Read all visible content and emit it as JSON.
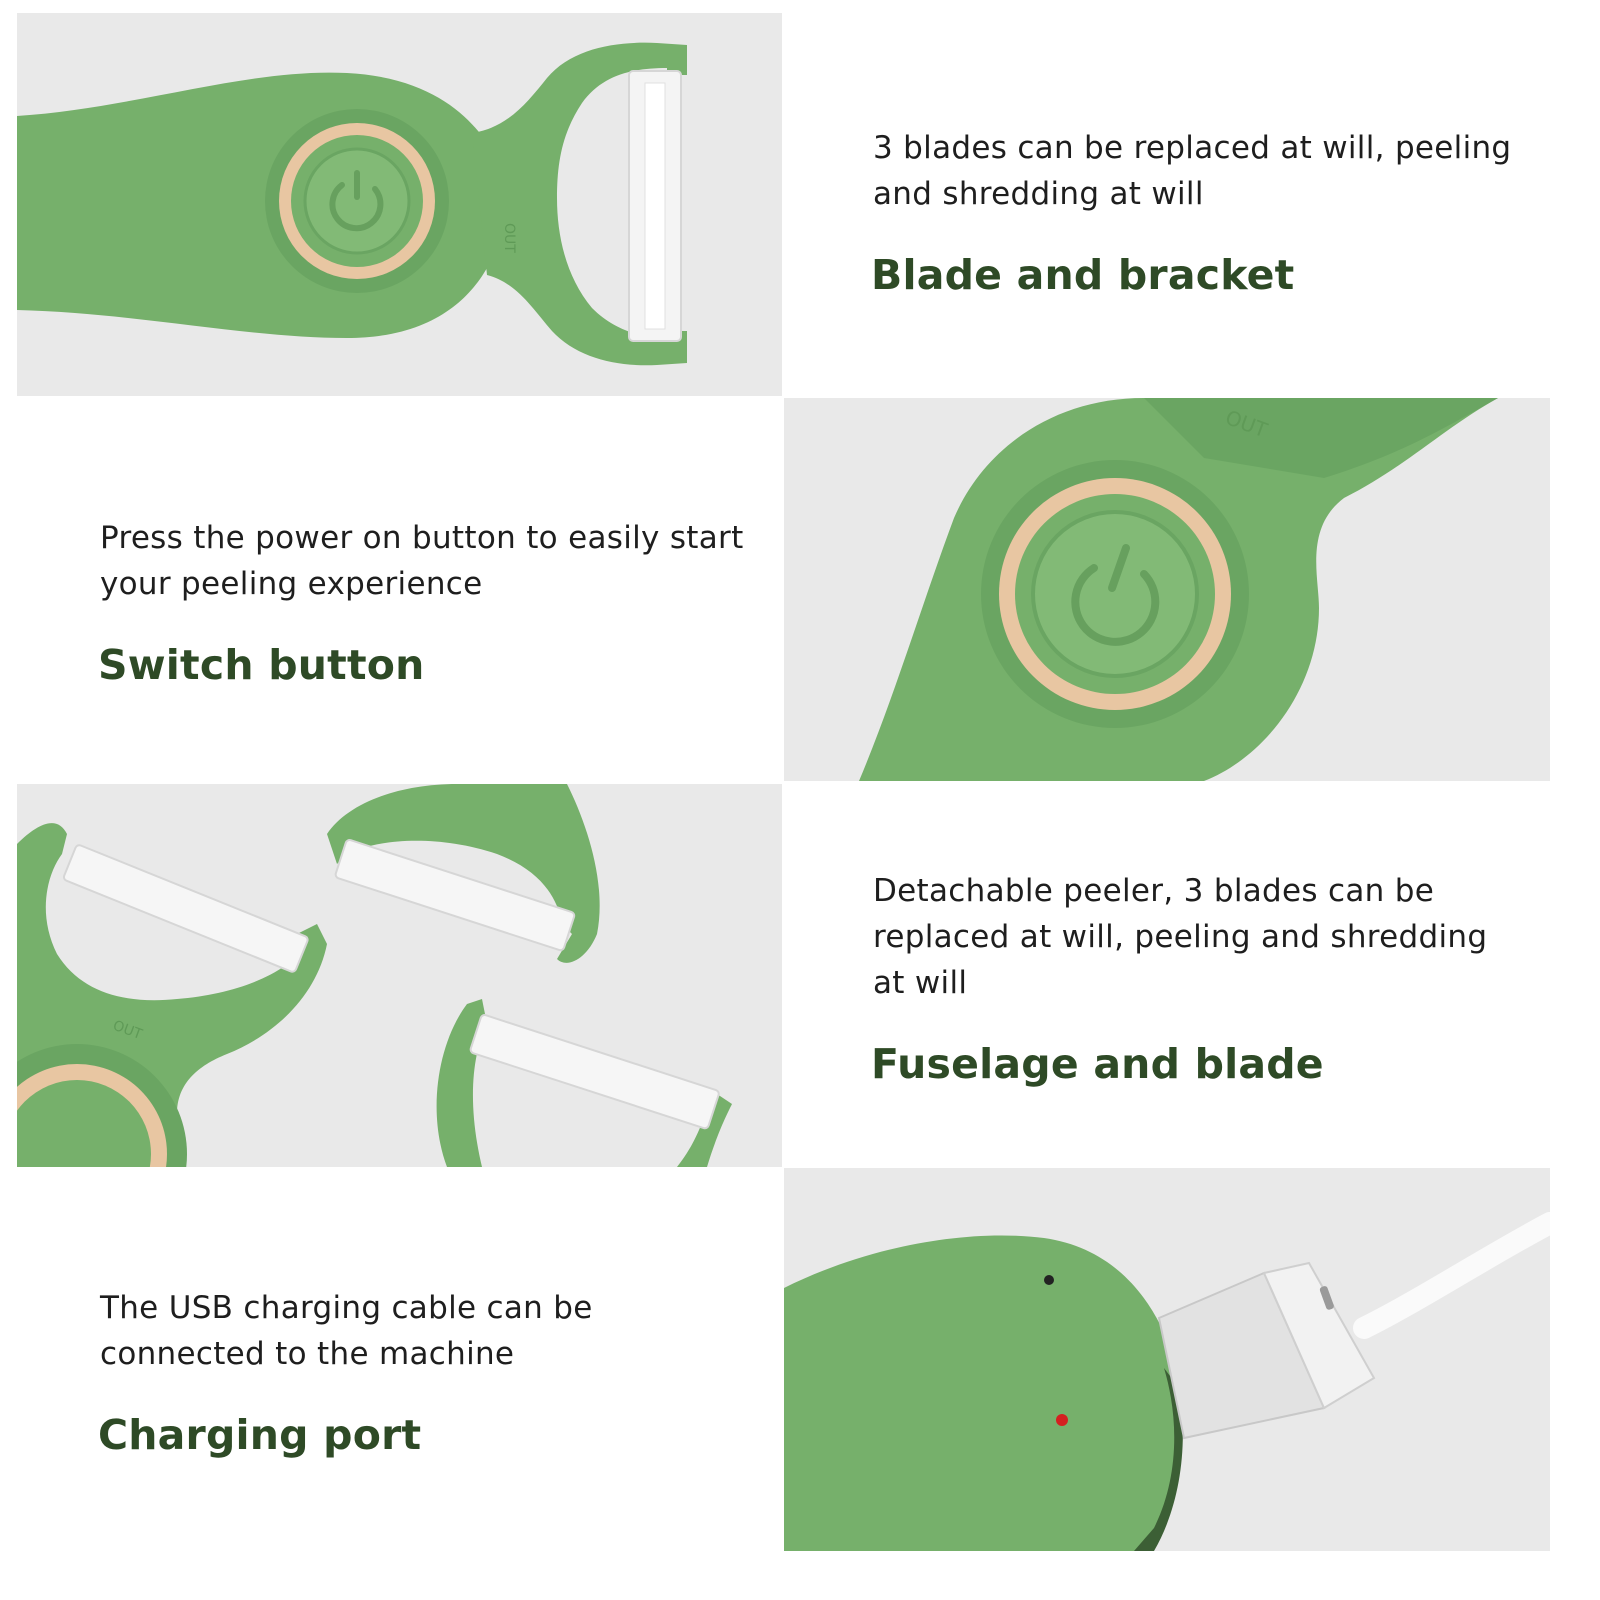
{
  "colors": {
    "green": "#76b06b",
    "green_dark": "#5f9a57",
    "ring": "#e9c9a6",
    "heading": "#2e4a26",
    "panel_bg": "#e9e9e9"
  },
  "sections": [
    {
      "description": "3 blades can be replaced at will, peeling and shredding at will",
      "heading": "Blade and bracket"
    },
    {
      "description": "Press the power on button to easily start your peeling experience",
      "heading": "Switch button"
    },
    {
      "description": "Detachable peeler, 3 blades can be replaced at will, peeling and shredding at will",
      "heading": "Fuselage and blade"
    },
    {
      "description": "The USB charging cable can be connected to the machine",
      "heading": "Charging port"
    }
  ],
  "marks": {
    "out_label": "OUT"
  }
}
